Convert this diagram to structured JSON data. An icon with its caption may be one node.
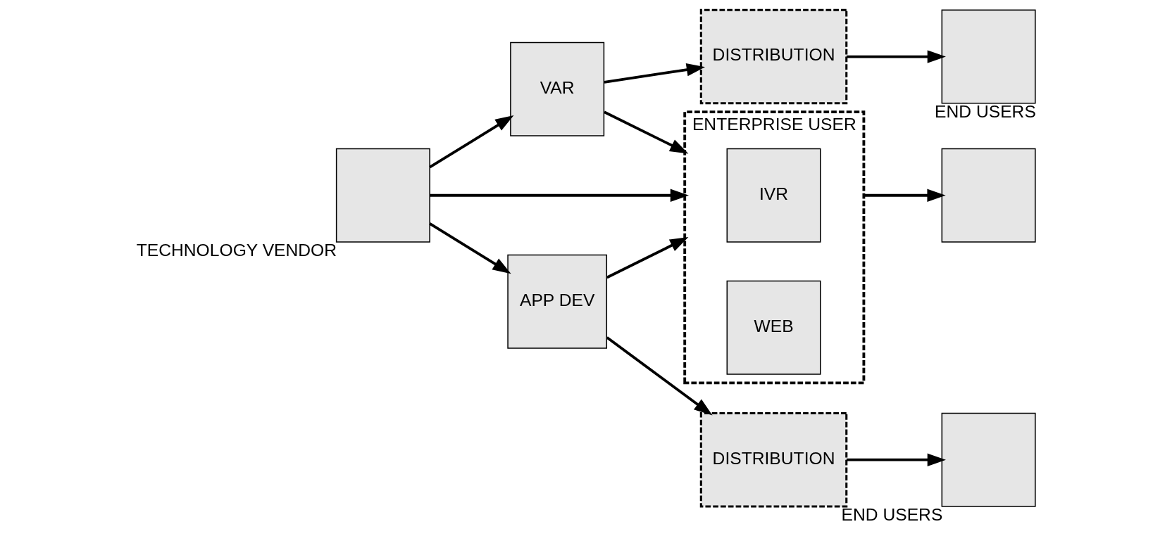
{
  "diagram": {
    "nodes": [
      {
        "text": [],
        "shape": "box",
        "beside": [
          "TECHNOLOGY VENDOR"
        ]
      },
      {
        "text": [
          "VAR"
        ]
      },
      {
        "text": [
          "APP DEV"
        ]
      },
      {
        "text": [
          "ENTERPRISE USER"
        ]
      },
      {
        "text": [
          "IVR"
        ],
        "in": 3
      },
      {
        "text": [
          "WEB"
        ],
        "in": 3
      },
      {
        "text": [
          "DISTRIBUTION"
        ]
      },
      {
        "text": [
          "DISTRIBUTION"
        ]
      },
      {
        "text": [],
        "shape": "box",
        "beside": [
          "END USERS"
        ]
      },
      {
        "text": [],
        "shape": "box"
      },
      {
        "text": [],
        "shape": "box",
        "beside": [
          "END USERS"
        ]
      }
    ],
    "edges": [
      {
        "from": 0,
        "to": 1,
        "arrow": "to"
      },
      {
        "from": 0,
        "to": 3,
        "arrow": "to"
      },
      {
        "from": 0,
        "to": 2,
        "arrow": "to"
      },
      {
        "from": 1,
        "to": 6,
        "arrow": "to"
      },
      {
        "from": 1,
        "to": 3,
        "arrow": "to"
      },
      {
        "from": 2,
        "to": 3,
        "arrow": "to"
      },
      {
        "from": 2,
        "to": 7,
        "arrow": "to"
      },
      {
        "from": 6,
        "to": 8,
        "arrow": "to"
      },
      {
        "from": 3,
        "to": 9,
        "arrow": "to"
      },
      {
        "from": 7,
        "to": 10,
        "arrow": "to"
      }
    ]
  }
}
